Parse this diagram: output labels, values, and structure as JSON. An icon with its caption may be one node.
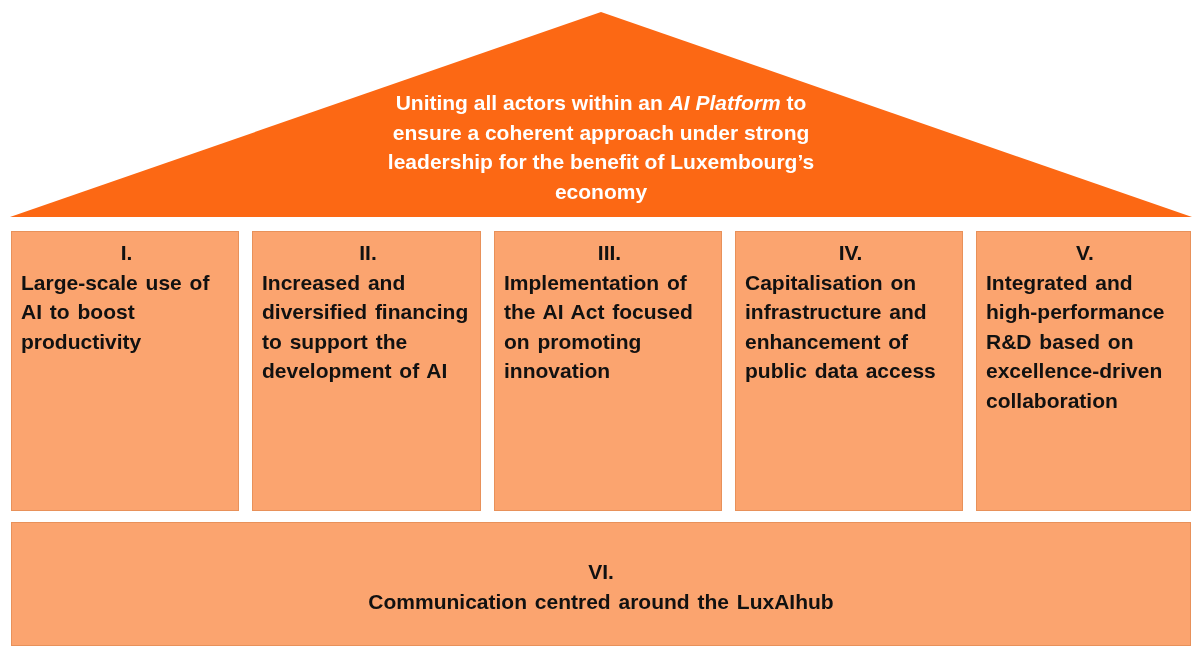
{
  "diagram": {
    "nodes": [
      {
        "text": [
          "Uniting all actors within an *AI Platform* to ensure a coherent approach under strong leadership for the benefit of Luxembourg’s economy"
        ]
      },
      {
        "text": [
          "I.",
          "Large-scale use of AI to boost productivity"
        ]
      },
      {
        "text": [
          "II.",
          "Increased and diversified financing to support the development of AI"
        ]
      },
      {
        "text": [
          "III.",
          "Implementation of the AI Act focused on promoting innovation"
        ]
      },
      {
        "text": [
          "IV.",
          "Capitalisation on infrastructure and enhancement of public data access"
        ]
      },
      {
        "text": [
          "V.",
          "Integrated and high-performance R&D based on excellence-driven collaboration"
        ]
      },
      {
        "text": [
          "VI.",
          "Communication centred around the LuxAIhub"
        ]
      }
    ]
  }
}
